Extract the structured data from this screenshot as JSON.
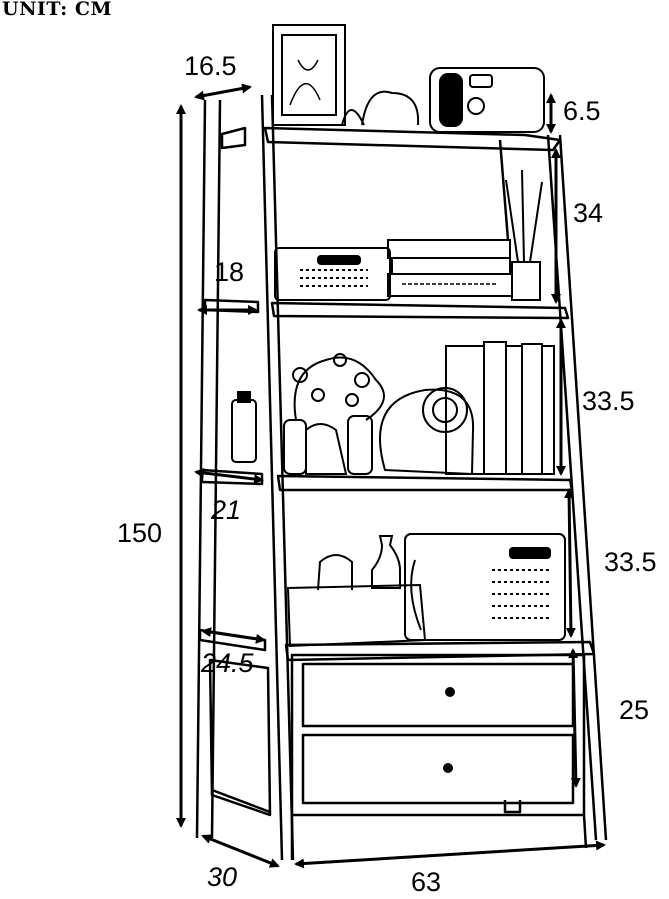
{
  "unit_label": "UNIT: CM",
  "dimensions": {
    "top_depth": "16.5",
    "top_gap": "6.5",
    "tier1_height": "34",
    "tier2_depth": "18",
    "tier2_height": "33.5",
    "tier3_depth": "21",
    "tier3_height": "33.5",
    "tier4_depth": "24.5",
    "cabinet_height": "25",
    "total_height": "150",
    "base_depth": "30",
    "width": "63"
  }
}
